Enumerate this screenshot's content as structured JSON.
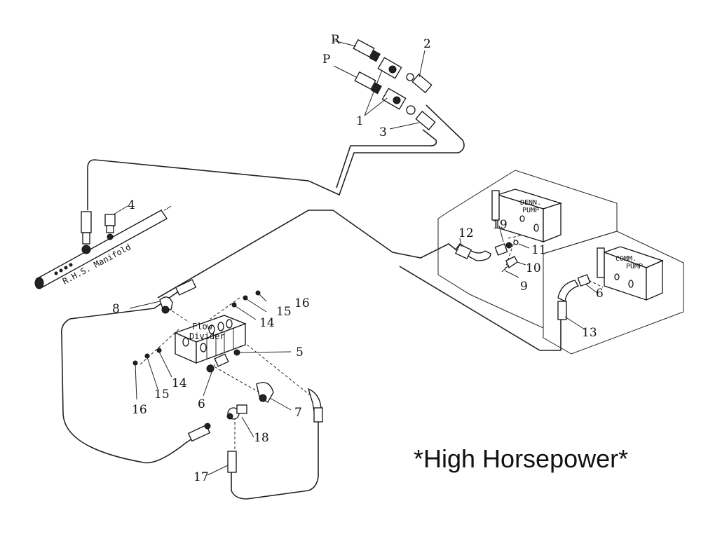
{
  "title": "*High Horsepower*",
  "labels": {
    "rhs_manifold": "R.H.S. Manifold",
    "flow_divider_line1": "Flow",
    "flow_divider_line2": "Divider",
    "denn_pump_line1": "DENN.",
    "denn_pump_line2": "PUMP",
    "comm_pump_line1": "COMM.",
    "comm_pump_line2": "PUMP"
  },
  "callouts": {
    "r": "R",
    "p": "P",
    "c1": "1",
    "c2": "2",
    "c3": "3",
    "c4": "4",
    "c5": "5",
    "c6_top": "6",
    "c6_bottom": "6",
    "c7": "7",
    "c8": "8",
    "c9": "9",
    "c10": "10",
    "c11": "11",
    "c12": "12",
    "c13": "13",
    "c14_top": "14",
    "c14_bottom": "14",
    "c15_top": "15",
    "c15_bottom": "15",
    "c16_top": "16",
    "c16_bottom": "16",
    "c17": "17",
    "c18": "18",
    "c19": "19"
  }
}
